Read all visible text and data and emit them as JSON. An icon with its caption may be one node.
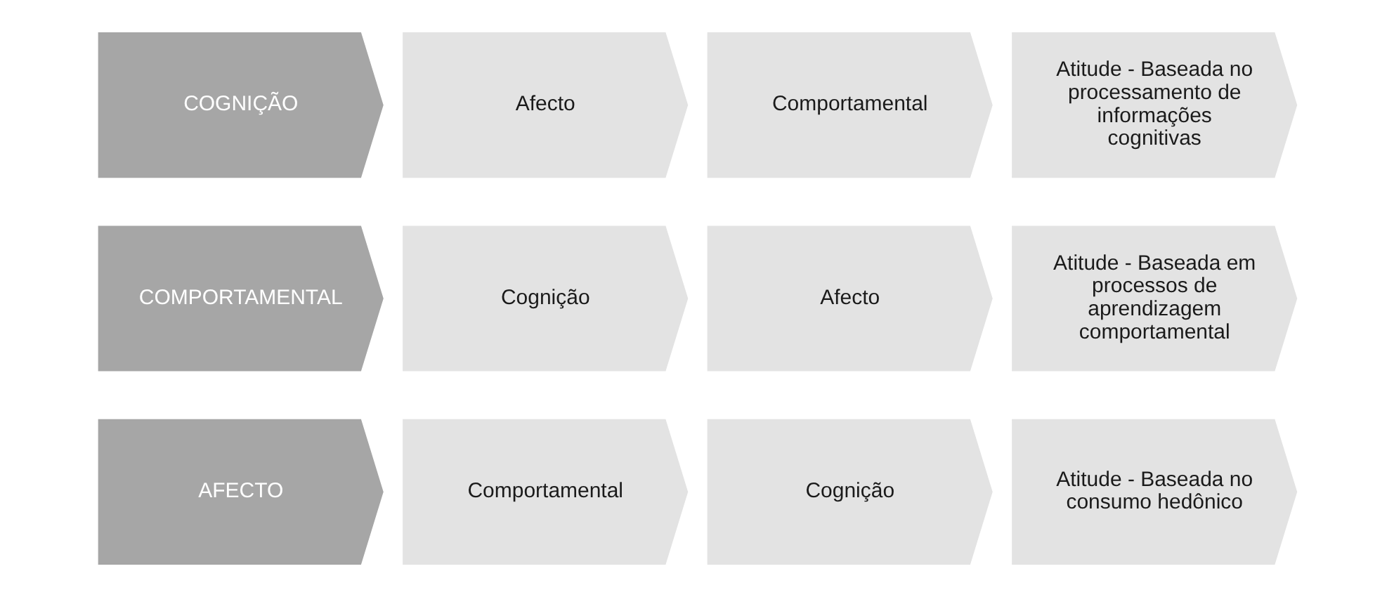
{
  "diagram": {
    "nodes": [
      {
        "text": [
          "COGNIÇÃO"
        ]
      },
      {
        "text": [
          "Afecto"
        ]
      },
      {
        "text": [
          "Comportamental"
        ]
      },
      {
        "text": [
          "Atitude - Baseada no processamento de informações cognitivas"
        ]
      },
      {
        "text": [
          "COMPORTAMENTAL"
        ]
      },
      {
        "text": [
          "Cognição"
        ]
      },
      {
        "text": [
          "Afecto"
        ]
      },
      {
        "text": [
          "Atitude - Baseada em processos de aprendizagem comportamental"
        ]
      },
      {
        "text": [
          "AFECTO"
        ]
      },
      {
        "text": [
          "Comportamental"
        ]
      },
      {
        "text": [
          "Cognição"
        ]
      },
      {
        "text": [
          "Atitude - Baseada no consumo hedônico"
        ]
      }
    ]
  }
}
